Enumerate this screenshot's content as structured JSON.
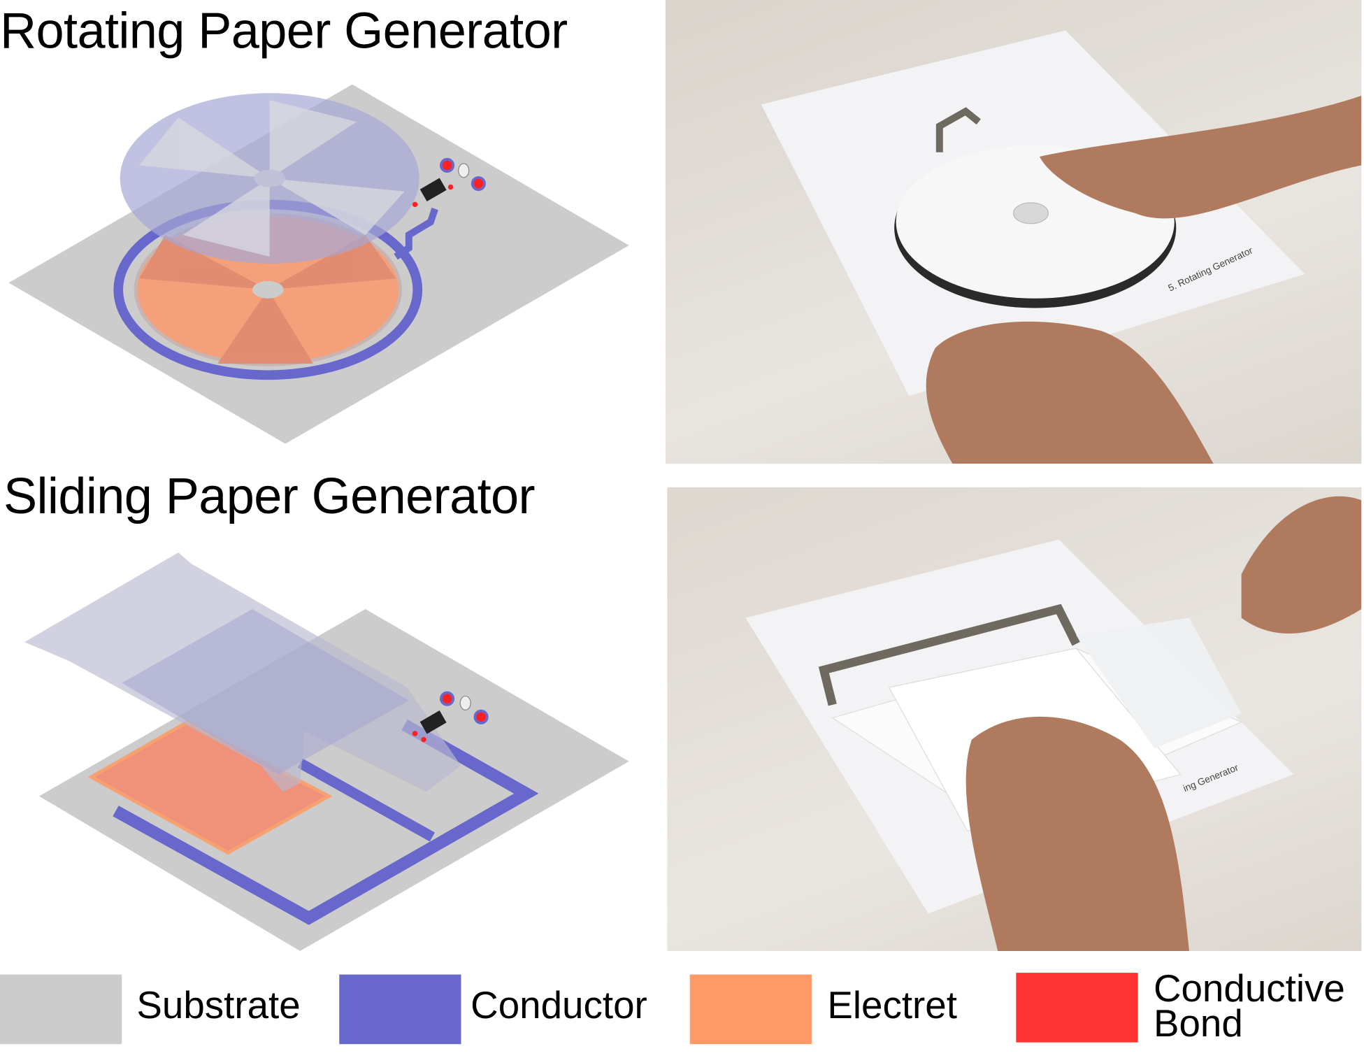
{
  "panels": {
    "rotating": {
      "title": "Rotating Paper Generator",
      "photo_label": "5. Rotating Generator"
    },
    "sliding": {
      "title": "Sliding Paper Generator",
      "photo_label": "ing Generator"
    }
  },
  "legend": [
    {
      "label": "Substrate",
      "color": "#cccccc"
    },
    {
      "label": "Conductor",
      "color": "#6767cc"
    },
    {
      "label": "Electret",
      "color": "#ff9966"
    },
    {
      "label": "Conductive Bond",
      "line1": "Conductive",
      "line2": "Bond",
      "color": "#ff3333"
    }
  ]
}
